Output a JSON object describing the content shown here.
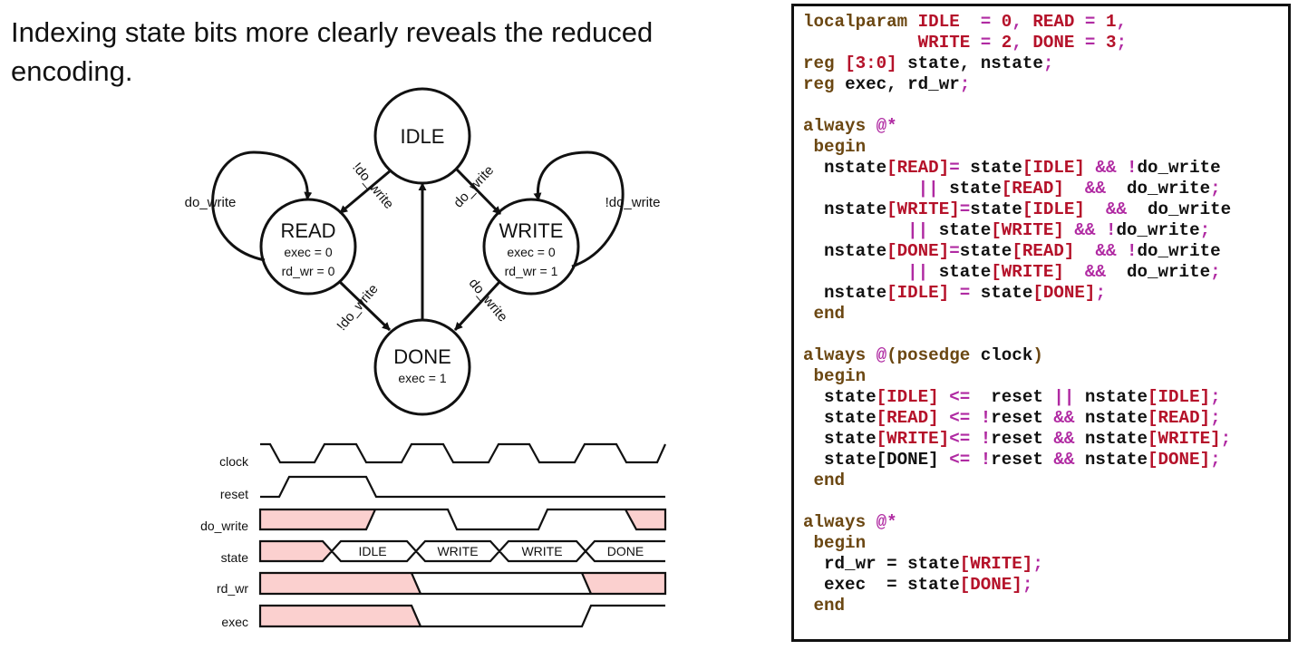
{
  "heading": "Indexing state bits more clearly reveals the reduced encoding.",
  "state_diagram": {
    "states": {
      "idle": {
        "name": "IDLE"
      },
      "read": {
        "name": "READ",
        "out1": "exec = 0",
        "out2": "rd_wr = 0"
      },
      "write": {
        "name": "WRITE",
        "out1": "exec = 0",
        "out2": "rd_wr = 1"
      },
      "done": {
        "name": "DONE",
        "out1": "exec = 1"
      }
    },
    "transitions": {
      "read_self": "do_write",
      "write_self": "!do_write",
      "idle_to_read": "!do_write",
      "idle_to_write": "do_write",
      "read_to_done": "!do_write",
      "write_to_done": "do_write"
    }
  },
  "timing": {
    "signals": [
      "clock",
      "reset",
      "do_write",
      "state",
      "rd_wr",
      "exec"
    ],
    "state_values": [
      "IDLE",
      "WRITE",
      "WRITE",
      "DONE"
    ],
    "unknown_fill": "#fbd0cf"
  },
  "code": {
    "lines": [
      [
        [
          "kw",
          "localparam "
        ],
        [
          "id",
          "IDLE"
        ],
        [
          "pl",
          "  "
        ],
        [
          "op",
          "="
        ],
        [
          "pl",
          " "
        ],
        [
          "id",
          "0"
        ],
        [
          "op",
          ","
        ],
        [
          "pl",
          " "
        ],
        [
          "id",
          "READ"
        ],
        [
          "pl",
          " "
        ],
        [
          "op",
          "="
        ],
        [
          "pl",
          " "
        ],
        [
          "id",
          "1"
        ],
        [
          "op",
          ","
        ]
      ],
      [
        [
          "pl",
          "           "
        ],
        [
          "id",
          "WRITE"
        ],
        [
          "pl",
          " "
        ],
        [
          "op",
          "="
        ],
        [
          "pl",
          " "
        ],
        [
          "id",
          "2"
        ],
        [
          "op",
          ","
        ],
        [
          "pl",
          " "
        ],
        [
          "id",
          "DONE"
        ],
        [
          "pl",
          " "
        ],
        [
          "op",
          "="
        ],
        [
          "pl",
          " "
        ],
        [
          "id",
          "3"
        ],
        [
          "op",
          ";"
        ]
      ],
      [
        [
          "kw",
          "reg "
        ],
        [
          "id",
          "[3:0]"
        ],
        [
          "pl",
          " state, nstate"
        ],
        [
          "op",
          ";"
        ]
      ],
      [
        [
          "kw",
          "reg "
        ],
        [
          "pl",
          "exec, rd_wr"
        ],
        [
          "op",
          ";"
        ]
      ],
      [],
      [
        [
          "kw",
          "always "
        ],
        [
          "op",
          "@*"
        ]
      ],
      [
        [
          "kw",
          " begin"
        ]
      ],
      [
        [
          "pl",
          "  nstate"
        ],
        [
          "id",
          "[READ]"
        ],
        [
          "op",
          "="
        ],
        [
          "pl",
          " state"
        ],
        [
          "id",
          "[IDLE]"
        ],
        [
          "pl",
          " "
        ],
        [
          "op",
          "&&"
        ],
        [
          "pl",
          " "
        ],
        [
          "op",
          "!"
        ],
        [
          "pl",
          "do_write"
        ]
      ],
      [
        [
          "pl",
          "           "
        ],
        [
          "op",
          "||"
        ],
        [
          "pl",
          " state"
        ],
        [
          "id",
          "[READ]"
        ],
        [
          "pl",
          "  "
        ],
        [
          "op",
          "&&"
        ],
        [
          "pl",
          "  do_write"
        ],
        [
          "op",
          ";"
        ]
      ],
      [
        [
          "pl",
          "  nstate"
        ],
        [
          "id",
          "[WRITE]"
        ],
        [
          "op",
          "="
        ],
        [
          "pl",
          "state"
        ],
        [
          "id",
          "[IDLE]"
        ],
        [
          "pl",
          "  "
        ],
        [
          "op",
          "&&"
        ],
        [
          "pl",
          "  do_write"
        ]
      ],
      [
        [
          "pl",
          "          "
        ],
        [
          "op",
          "||"
        ],
        [
          "pl",
          " state"
        ],
        [
          "id",
          "[WRITE]"
        ],
        [
          "pl",
          " "
        ],
        [
          "op",
          "&&"
        ],
        [
          "pl",
          " "
        ],
        [
          "op",
          "!"
        ],
        [
          "pl",
          "do_write"
        ],
        [
          "op",
          ";"
        ]
      ],
      [
        [
          "pl",
          "  nstate"
        ],
        [
          "id",
          "[DONE]"
        ],
        [
          "op",
          "="
        ],
        [
          "pl",
          "state"
        ],
        [
          "id",
          "[READ]"
        ],
        [
          "pl",
          "  "
        ],
        [
          "op",
          "&&"
        ],
        [
          "pl",
          " "
        ],
        [
          "op",
          "!"
        ],
        [
          "pl",
          "do_write"
        ]
      ],
      [
        [
          "pl",
          "          "
        ],
        [
          "op",
          "||"
        ],
        [
          "pl",
          " state"
        ],
        [
          "id",
          "[WRITE]"
        ],
        [
          "pl",
          "  "
        ],
        [
          "op",
          "&&"
        ],
        [
          "pl",
          "  do_write"
        ],
        [
          "op",
          ";"
        ]
      ],
      [
        [
          "pl",
          "  nstate"
        ],
        [
          "id",
          "[IDLE]"
        ],
        [
          "pl",
          " "
        ],
        [
          "op",
          "="
        ],
        [
          "pl",
          " state"
        ],
        [
          "id",
          "[DONE]"
        ],
        [
          "op",
          ";"
        ]
      ],
      [
        [
          "kw",
          " end"
        ]
      ],
      [],
      [
        [
          "kw",
          "always "
        ],
        [
          "op",
          "@"
        ],
        [
          "kw",
          "(posedge "
        ],
        [
          "pl",
          "clock"
        ],
        [
          "kw",
          ")"
        ]
      ],
      [
        [
          "kw",
          " begin"
        ]
      ],
      [
        [
          "pl",
          "  state"
        ],
        [
          "id",
          "[IDLE]"
        ],
        [
          "pl",
          " "
        ],
        [
          "op",
          "<="
        ],
        [
          "pl",
          "  reset "
        ],
        [
          "op",
          "||"
        ],
        [
          "pl",
          " nstate"
        ],
        [
          "id",
          "[IDLE]"
        ],
        [
          "op",
          ";"
        ]
      ],
      [
        [
          "pl",
          "  state"
        ],
        [
          "id",
          "[READ]"
        ],
        [
          "pl",
          " "
        ],
        [
          "op",
          "<="
        ],
        [
          "pl",
          " "
        ],
        [
          "op",
          "!"
        ],
        [
          "pl",
          "reset "
        ],
        [
          "op",
          "&&"
        ],
        [
          "pl",
          " nstate"
        ],
        [
          "id",
          "[READ]"
        ],
        [
          "op",
          ";"
        ]
      ],
      [
        [
          "pl",
          "  state"
        ],
        [
          "id",
          "[WRITE]"
        ],
        [
          "op",
          "<="
        ],
        [
          "pl",
          " "
        ],
        [
          "op",
          "!"
        ],
        [
          "pl",
          "reset "
        ],
        [
          "op",
          "&&"
        ],
        [
          "pl",
          " nstate"
        ],
        [
          "id",
          "[WRITE]"
        ],
        [
          "op",
          ";"
        ]
      ],
      [
        [
          "pl",
          "  state[DONE] "
        ],
        [
          "op",
          "<="
        ],
        [
          "pl",
          " "
        ],
        [
          "op",
          "!"
        ],
        [
          "pl",
          "reset "
        ],
        [
          "op",
          "&&"
        ],
        [
          "pl",
          " nstate"
        ],
        [
          "id",
          "[DONE]"
        ],
        [
          "op",
          ";"
        ]
      ],
      [
        [
          "kw",
          " end"
        ]
      ],
      [],
      [
        [
          "kw",
          "always "
        ],
        [
          "op",
          "@*"
        ]
      ],
      [
        [
          "kw",
          " begin"
        ]
      ],
      [
        [
          "pl",
          "  rd_wr = state"
        ],
        [
          "id",
          "[WRITE]"
        ],
        [
          "op",
          ";"
        ]
      ],
      [
        [
          "pl",
          "  exec  = state"
        ],
        [
          "id",
          "[DONE]"
        ],
        [
          "op",
          ";"
        ]
      ],
      [
        [
          "kw",
          " end"
        ]
      ]
    ]
  }
}
